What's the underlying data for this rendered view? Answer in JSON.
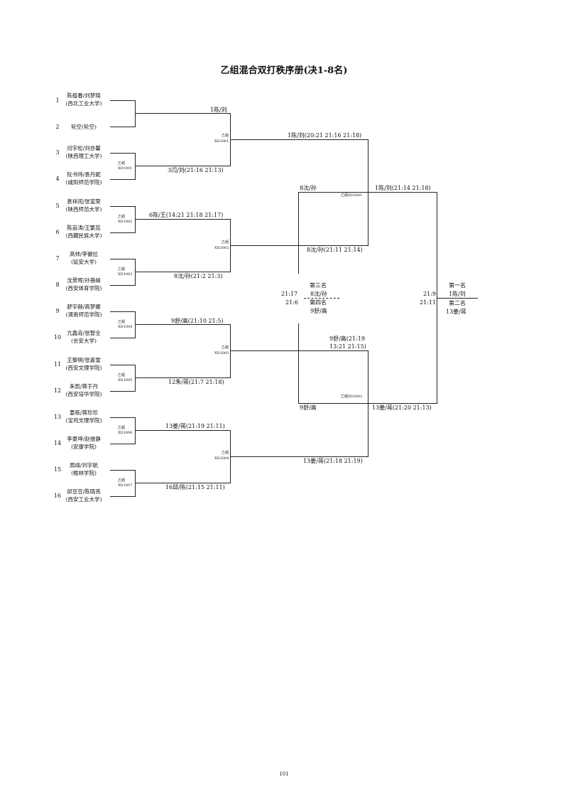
{
  "title": "乙组混合双打秩序册(决1-8名)",
  "page_number": "101",
  "players": [
    {
      "seed": "1",
      "names": "陈植春/刘梦晓",
      "school": "(西北工业大学)"
    },
    {
      "seed": "2",
      "names": "轮空(轮空)",
      "school": ""
    },
    {
      "seed": "3",
      "names": "闫宇松/刘亦馨",
      "school": "(陕西理工大学)"
    },
    {
      "seed": "4",
      "names": "阮书炜/袁丹妮",
      "school": "(咸阳师范学院)"
    },
    {
      "seed": "5",
      "names": "袁祥闰/张富荣",
      "school": "(陕西师范大学)"
    },
    {
      "seed": "6",
      "names": "陈亩涛/王繁蕊",
      "school": "(西藏民族大学)"
    },
    {
      "seed": "7",
      "names": "高帅/李徽拉",
      "school": "(延安大学)"
    },
    {
      "seed": "8",
      "names": "沈景晖/孙蓓缇",
      "school": "(西安体育学院)"
    },
    {
      "seed": "9",
      "names": "舒宇赫/高梦娜",
      "school": "(渭南师范学院)"
    },
    {
      "seed": "10",
      "names": "亢鑫垚/张智全",
      "school": "(长安大学)"
    },
    {
      "seed": "11",
      "names": "王黎明/张嘉雪",
      "school": "(西安文理学院)"
    },
    {
      "seed": "12",
      "names": "朱凯/蒋于丹",
      "school": "(西安培华学院)"
    },
    {
      "seed": "13",
      "names": "姜栋/蒋珍珍",
      "school": "(宝鸡文理学院)"
    },
    {
      "seed": "14",
      "names": "李豪坤/赵维静",
      "school": "(安康学院)"
    },
    {
      "seed": "15",
      "names": "周靖/刘宇航",
      "school": "(榆林学院)"
    },
    {
      "seed": "16",
      "names": "邱豆豆/陈晓亮",
      "school": "(西安工业大学)"
    }
  ],
  "round1": [
    {
      "label1": "乙组",
      "label2": "XD1001",
      "result": "3闫/刘(21:16 21:13)"
    },
    {
      "label1": "乙组",
      "label2": "XD1002",
      "result": "6陈/王(14:21 21:18 21:17)"
    },
    {
      "label1": "乙组",
      "label2": "XD1003",
      "result": "8沈/孙(21:2 21:3)"
    },
    {
      "label1": "乙组",
      "label2": "XD1004",
      "result": "9舒/高(21:10 21:5)"
    },
    {
      "label1": "乙组",
      "label2": "XD1005",
      "result": "12朱/蒋(21:7 21:18)"
    },
    {
      "label1": "乙组",
      "label2": "XD1006",
      "result": "13姜/蒋(21:19 21:11)"
    },
    {
      "label1": "乙组",
      "label2": "XD1007",
      "result": "16邱/陈(21:15 21:11)"
    }
  ],
  "bye_winner": "1陈/刘",
  "round2": [
    {
      "label1": "乙组",
      "label2": "XD2001",
      "result": "1陈/刘(20:21 21:16 21:18)"
    },
    {
      "label1": "乙组",
      "label2": "XD2002",
      "result": "8沈/孙(21:11 21:14)"
    },
    {
      "label1": "乙组",
      "label2": "XD2003",
      "result_line1": "9舒/高(21:19",
      "result_line2": "13:21 21:15)"
    },
    {
      "label1": "乙组",
      "label2": "XD2004",
      "result": "13姜/蒋(21:18 21:19)"
    }
  ],
  "semifinals": [
    {
      "label": "乙组XD3001",
      "top_entry": "8沈/孙",
      "result": "1陈/刘(21:14 21:18)"
    },
    {
      "label": "乙组XD3002",
      "bottom_entry": "9舒/高",
      "result": "13姜/蒋(21:20 21:13)"
    }
  ],
  "third_place": {
    "third_label": "第三名",
    "third_team": "8沈/孙",
    "fourth_label": "第四名",
    "fourth_team": "9舒/高",
    "score1": "21:17",
    "score2": "21:6"
  },
  "final": {
    "first_label": "第一名",
    "first_team": "1陈/刘",
    "second_label": "第二名",
    "second_team": "13姜/蒋",
    "score1": "21:9",
    "score2": "21:11"
  }
}
